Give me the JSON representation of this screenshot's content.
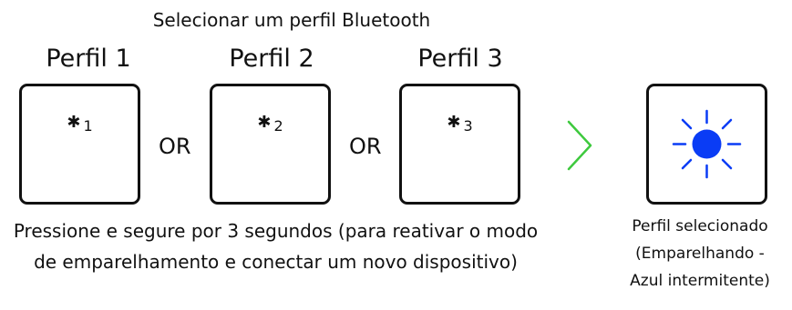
{
  "title": "Selecionar um perfil Bluetooth",
  "profiles": [
    {
      "label": "Perfil 1",
      "key_number": "1"
    },
    {
      "label": "Perfil 2",
      "key_number": "2"
    },
    {
      "label": "Perfil 3",
      "key_number": "3"
    }
  ],
  "bluetooth_glyph": "✱",
  "separator": "OR",
  "instruction": "Pressione e segure por 3 segundos (para reativar o modo de emparelhamento e conectar um novo dispositivo)",
  "result": {
    "caption_line1": "Perfil selecionado",
    "caption_line2": "(Emparelhando -",
    "caption_line3": "Azul intermitente)",
    "light_color": "#0a3cf5"
  },
  "arrow_color": "#3ec93e",
  "icons": {
    "bluetooth": "bluetooth-icon",
    "arrow": "chevron-right-icon",
    "light": "blinking-light-icon"
  }
}
